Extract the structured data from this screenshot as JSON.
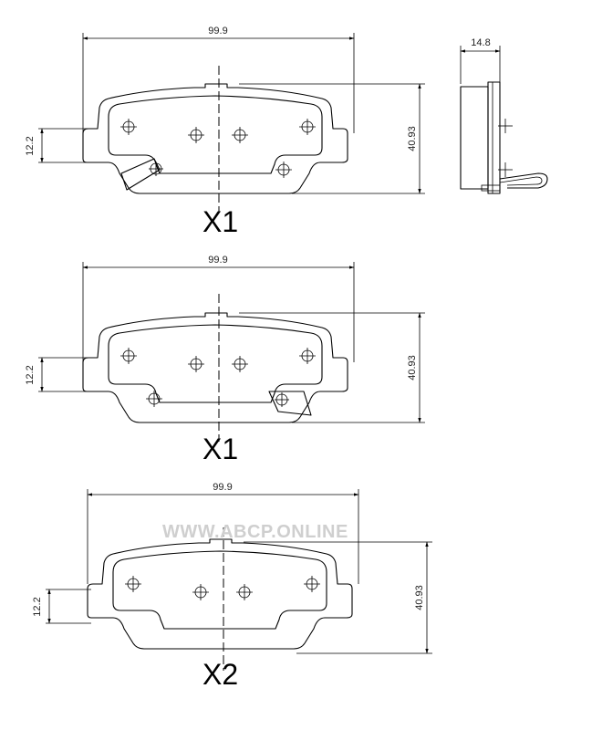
{
  "views": [
    {
      "label": "X1",
      "width_dim": "99.9",
      "left_height_dim": "12.2",
      "right_height_dim": "40.93",
      "wear_sensor_side": "left"
    },
    {
      "label": "X1",
      "width_dim": "99.9",
      "left_height_dim": "12.2",
      "right_height_dim": "40.93",
      "wear_sensor_side": "right"
    },
    {
      "label": "X2",
      "width_dim": "99.9",
      "left_height_dim": "12.2",
      "right_height_dim": "40.93",
      "wear_sensor_side": "none"
    }
  ],
  "side_view": {
    "thickness_dim": "14.8"
  },
  "watermark": "WWW.ABCP.ONLINE",
  "colors": {
    "line": "#000000",
    "watermark": "#cfcfcf"
  }
}
